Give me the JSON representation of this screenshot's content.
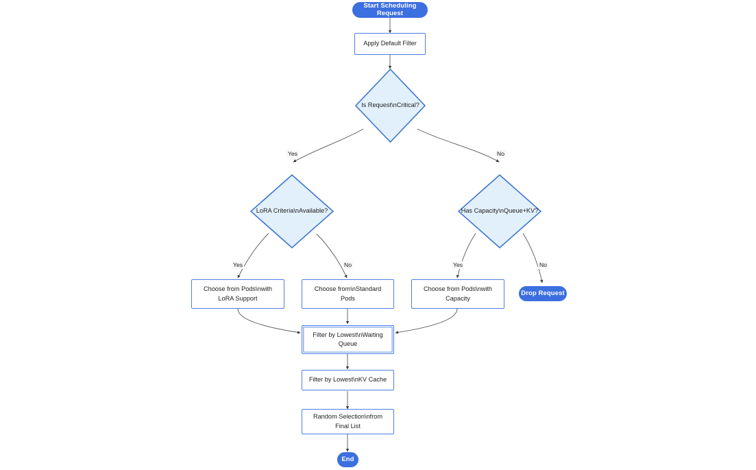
{
  "diagram": {
    "type": "flowchart",
    "direction": "top-down",
    "title": "",
    "colors": {
      "terminal_fill": "#3c6fe0",
      "terminal_text": "#ffffff",
      "process_fill": "#ffffff",
      "process_border": "#4c7ee2",
      "process_text": "#1d1d1d",
      "decision_fill": "#e2f0fb",
      "decision_border": "#3d76d0",
      "edge_stroke": "#565656",
      "label_bg": "#f7f7f7"
    },
    "nodes": [
      {
        "id": "start",
        "shape": "terminal",
        "label": "Start Scheduling Request"
      },
      {
        "id": "default",
        "shape": "process",
        "label": "Apply Default Filter"
      },
      {
        "id": "critical",
        "shape": "decision",
        "label": "Is Request\\nCritical?"
      },
      {
        "id": "lora",
        "shape": "decision",
        "label": "LoRA Criteria\\nAvailable?"
      },
      {
        "id": "capacity",
        "shape": "decision",
        "label": "Has Capacity\\nQueue+KV?"
      },
      {
        "id": "podslora",
        "shape": "process",
        "label": "Choose from Pods\\nwith LoRA Support"
      },
      {
        "id": "podsstd",
        "shape": "process",
        "label": "Choose from\\nStandard Pods"
      },
      {
        "id": "podscap",
        "shape": "process",
        "label": "Choose from Pods\\nwith Capacity"
      },
      {
        "id": "drop",
        "shape": "terminal",
        "label": "Drop Request"
      },
      {
        "id": "waitqueue",
        "shape": "process",
        "label": "Filter by Lowest\\nWaiting Queue"
      },
      {
        "id": "kvcache",
        "shape": "process",
        "label": "Filter by Lowest\\nKV Cache"
      },
      {
        "id": "random",
        "shape": "process",
        "label": "Random Selection\\nfrom Final List"
      },
      {
        "id": "end",
        "shape": "terminal",
        "label": "End"
      }
    ],
    "edges": [
      {
        "from": "start",
        "to": "default",
        "label": ""
      },
      {
        "from": "default",
        "to": "critical",
        "label": ""
      },
      {
        "from": "critical",
        "to": "lora",
        "label": "Yes"
      },
      {
        "from": "critical",
        "to": "capacity",
        "label": "No"
      },
      {
        "from": "lora",
        "to": "podslora",
        "label": "Yes"
      },
      {
        "from": "lora",
        "to": "podsstd",
        "label": "No"
      },
      {
        "from": "capacity",
        "to": "podscap",
        "label": "Yes"
      },
      {
        "from": "capacity",
        "to": "drop",
        "label": "No"
      },
      {
        "from": "podslora",
        "to": "waitqueue",
        "label": ""
      },
      {
        "from": "podsstd",
        "to": "waitqueue",
        "label": ""
      },
      {
        "from": "podscap",
        "to": "waitqueue",
        "label": ""
      },
      {
        "from": "waitqueue",
        "to": "kvcache",
        "label": ""
      },
      {
        "from": "kvcache",
        "to": "random",
        "label": ""
      },
      {
        "from": "random",
        "to": "end",
        "label": ""
      }
    ],
    "node_labels": {
      "start": "Start Scheduling Request",
      "default": "Apply Default Filter",
      "critical_line1": "Is Request\\nCritical?",
      "lora_line1": "LoRA Criteria\\nAvailable?",
      "capacity_line1": "Has Capacity\\nQueue+KV?",
      "podslora_line1": "Choose from Pods\\nwith",
      "podslora_line2": "LoRA Support",
      "podsstd_line1": "Choose from\\nStandard",
      "podsstd_line2": "Pods",
      "podscap_line1": "Choose from Pods\\nwith",
      "podscap_line2": "Capacity",
      "drop": "Drop Request",
      "waitqueue_line1": "Filter by Lowest\\nWaiting",
      "waitqueue_line2": "Queue",
      "kvcache": "Filter by Lowest\\nKV Cache",
      "random_line1": "Random Selection\\nfrom",
      "random_line2": "Final List",
      "end": "End"
    },
    "edge_labels": {
      "critical_yes": "Yes",
      "critical_no": "No",
      "lora_yes": "Yes",
      "lora_no": "No",
      "capacity_yes": "Yes",
      "capacity_no": "No"
    }
  }
}
